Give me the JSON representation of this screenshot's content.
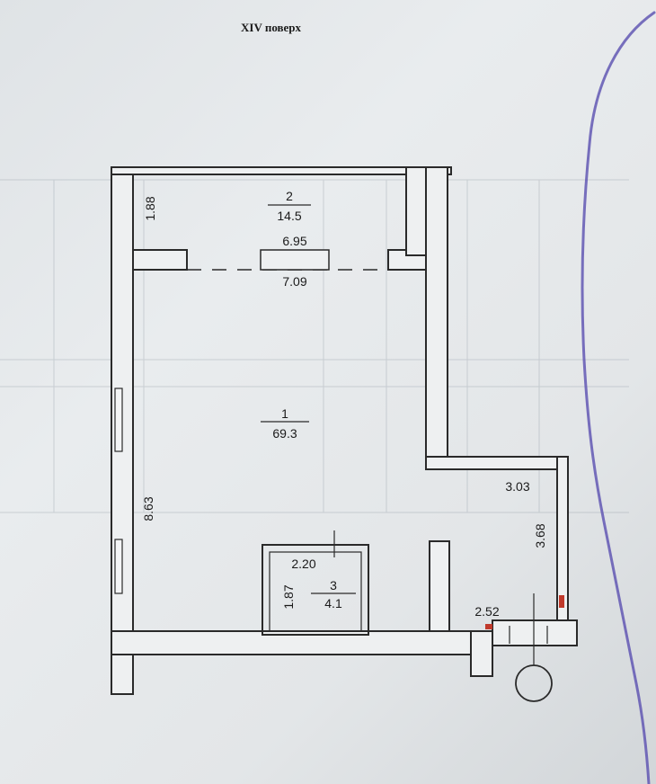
{
  "floor_title": "XIV поверх",
  "rooms": [
    {
      "number": "2",
      "area": "14.5"
    },
    {
      "number": "1",
      "area": "69.3"
    },
    {
      "number": "3",
      "area": "4.1"
    }
  ],
  "dimensions": {
    "balcony_depth": "1.88",
    "opening_top": "6.95",
    "opening_bottom": "7.09",
    "main_length": "8.63",
    "right_width": "3.03",
    "right_length": "3.68",
    "bathroom_width": "2.20",
    "bathroom_length": "1.87",
    "entry_width": "2.52"
  },
  "colors": {
    "wall_stroke": "#2a2a2a",
    "ink": "#5a4fb0",
    "red_mark": "#c0392b"
  }
}
